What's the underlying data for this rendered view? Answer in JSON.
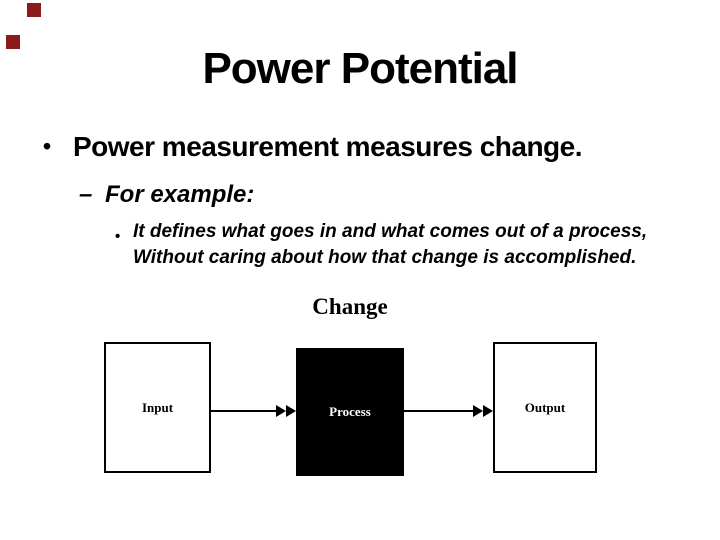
{
  "slide": {
    "title": "Power Potential",
    "bullets": {
      "level1_marker": "•",
      "level1_text": "Power measurement measures change.",
      "level2_marker": "–",
      "level2_text": "For example:",
      "level3_marker": "•",
      "level3_line1": "It defines what goes in and what comes out of a process,",
      "level3_line2": "Without caring about how that change is accomplished."
    },
    "diagram": {
      "caption": "Change",
      "nodes": [
        {
          "label": "Input",
          "fill": "#ffffff",
          "text_color": "#000000"
        },
        {
          "label": "Process",
          "fill": "#000000",
          "text_color": "#ffffff"
        },
        {
          "label": "Output",
          "fill": "#ffffff",
          "text_color": "#000000"
        }
      ],
      "arrow_style": "double-arrowhead"
    },
    "colors": {
      "background": "#ffffff",
      "text": "#000000",
      "accent_square": "#8b1a1a"
    }
  }
}
